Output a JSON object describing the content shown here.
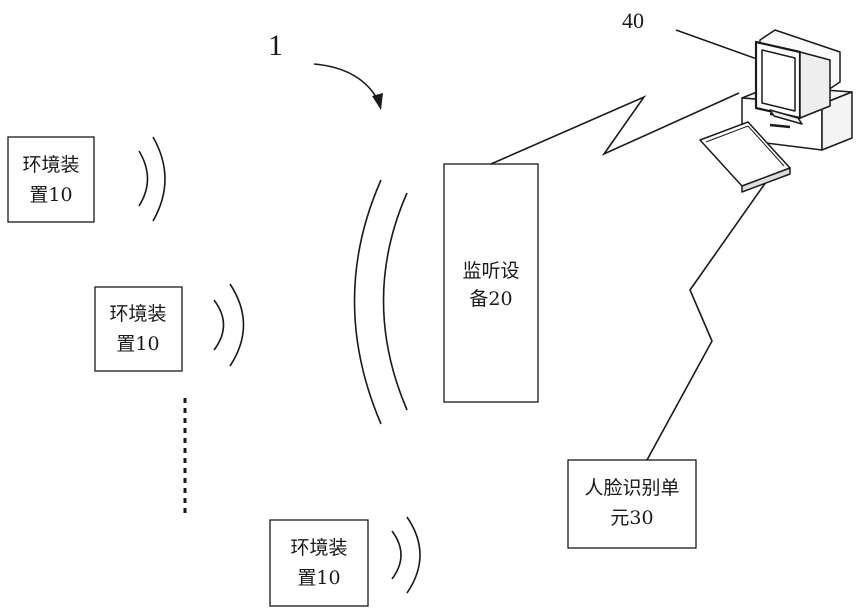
{
  "diagram": {
    "system_ref": "1",
    "computer_ref": "40",
    "environment_devices": [
      {
        "line1": "环境装",
        "line2": "置10"
      },
      {
        "line1": "环境装",
        "line2": "置10"
      },
      {
        "line1": "环境装",
        "line2": "置10"
      }
    ],
    "monitor_device": {
      "line1": "监听设",
      "line2": "备20"
    },
    "face_unit": {
      "line1": "人脸识别单",
      "line2": "元30"
    }
  }
}
